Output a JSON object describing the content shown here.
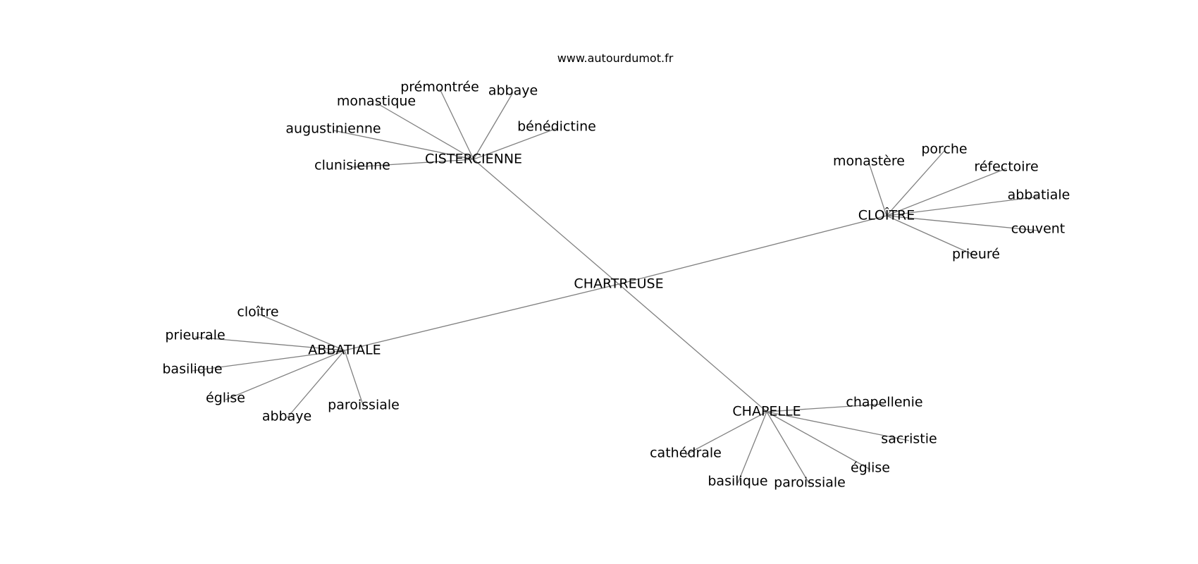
{
  "source_text": "www.autourdumot.fr",
  "colors": {
    "edge": "#808080",
    "text": "#000000",
    "background": "#ffffff"
  },
  "graph": {
    "center": "CHARTREUSE",
    "clusters": [
      {
        "hub": "CISTERCIENNE",
        "words": [
          "prémontrée",
          "abbaye",
          "monastique",
          "bénédictine",
          "augustinienne",
          "clunisienne"
        ]
      },
      {
        "hub": "CLOÎTRE",
        "words": [
          "monastère",
          "porche",
          "réfectoire",
          "abbatiale",
          "couvent",
          "prieuré"
        ]
      },
      {
        "hub": "ABBATIALE",
        "words": [
          "cloître",
          "prieurale",
          "basilique",
          "église",
          "abbaye",
          "paroissiale"
        ]
      },
      {
        "hub": "CHAPELLE",
        "words": [
          "chapellenie",
          "sacristie",
          "église",
          "paroissiale",
          "basilique",
          "cathédrale"
        ]
      }
    ]
  }
}
